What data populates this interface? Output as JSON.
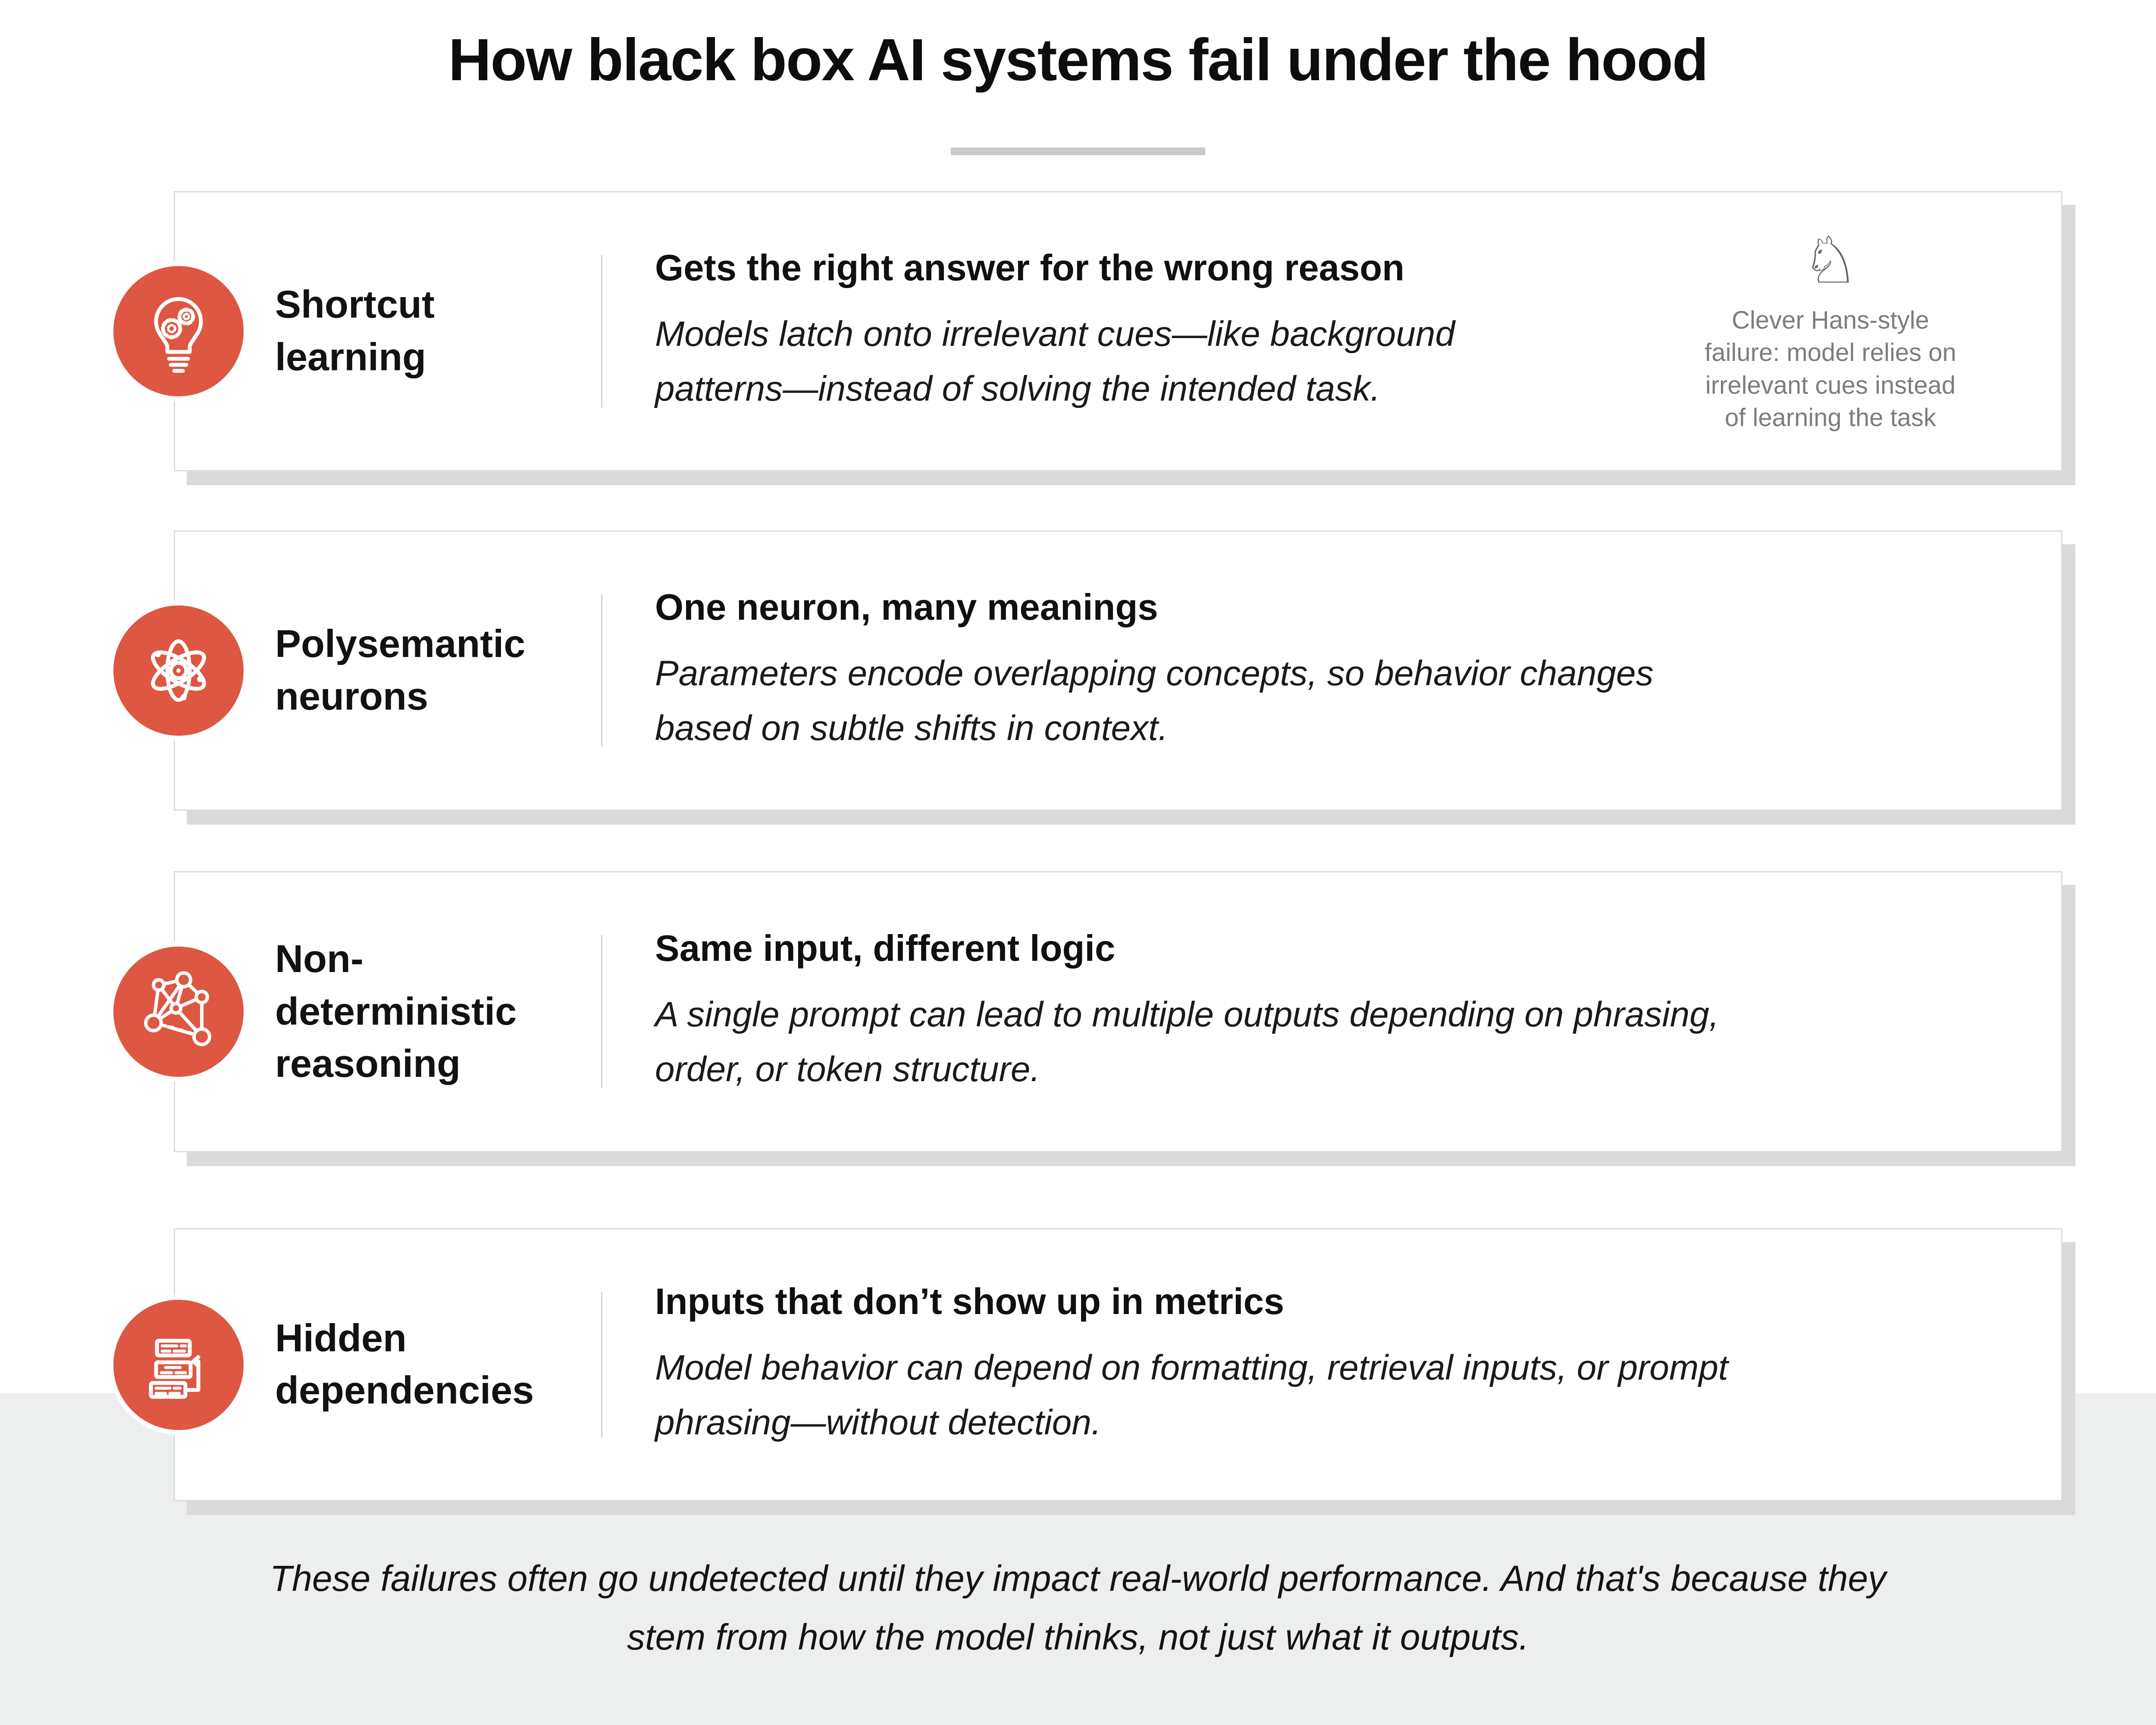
{
  "title": "How black box AI systems fail under the hood",
  "colors": {
    "accent_orange": "#DD5742",
    "card_border": "#DCDCDC",
    "card_shadow": "#DADADA",
    "bottom_band": "#EDEFEF",
    "note_gray": "#7D7D7D",
    "text_black": "#121212",
    "title_divider": "#CACACA"
  },
  "cards": [
    {
      "icon": "lightbulb-gears-icon",
      "label": "Shortcut\nlearning",
      "heading": "Gets the right answer for the wrong reason",
      "body": "Models latch onto irrelevant cues—like background\npatterns—instead of solving the intended task.",
      "note_icon": "chess-knight-icon",
      "note_glyph": "♘",
      "note": "Clever Hans-style\nfailure: model relies on\nirrelevant cues instead\nof learning the task"
    },
    {
      "icon": "atom-icon",
      "label": "Polysemantic\nneurons",
      "heading": "One neuron, many meanings",
      "body": "Parameters encode overlapping concepts, so behavior changes\nbased on subtle shifts in context."
    },
    {
      "icon": "network-nodes-icon",
      "label": "Non-\ndeterministic\nreasoning",
      "heading": "Same input, different logic",
      "body": "A single prompt can lead to multiple outputs depending on phrasing,\norder, or token structure."
    },
    {
      "icon": "stacked-documents-arrow-icon",
      "label": "Hidden\ndependencies",
      "heading": "Inputs that don’t show up in metrics",
      "body": "Model behavior can depend on formatting, retrieval inputs, or prompt\nphrasing—without detection."
    }
  ],
  "footer": "These failures often go undetected until they impact real-world performance. And that's because they\nstem from how the model thinks, not just what it outputs."
}
